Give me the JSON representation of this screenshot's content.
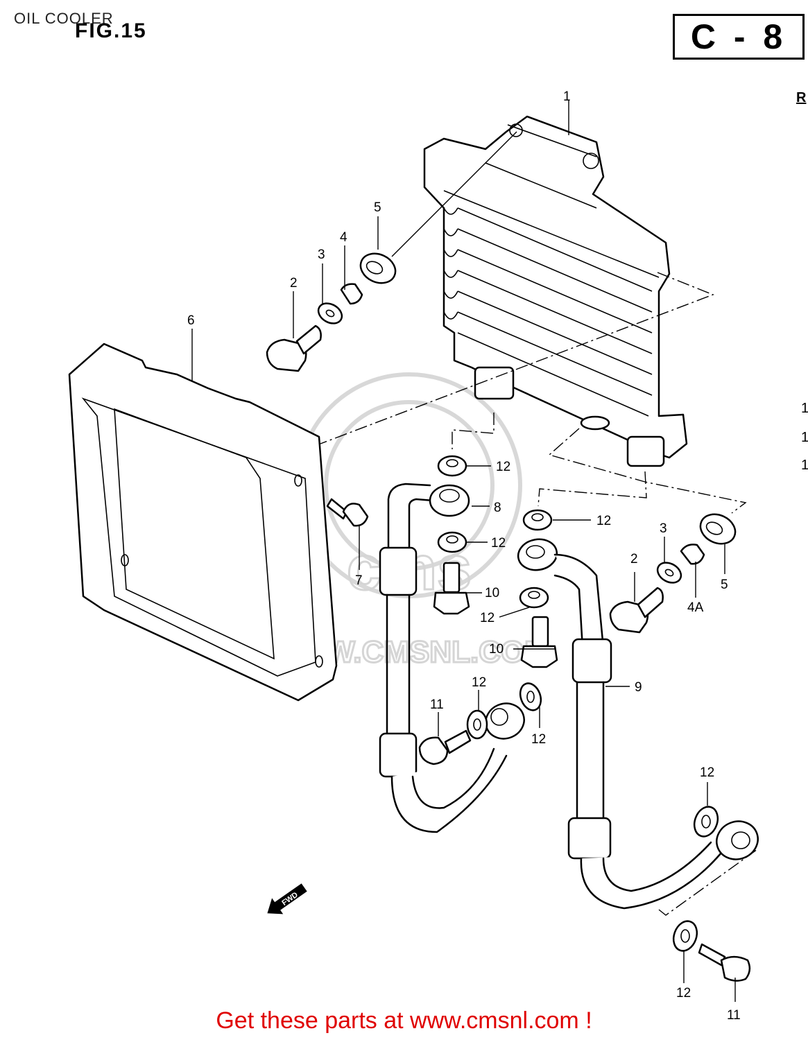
{
  "header": {
    "section_title": "OIL COOLER",
    "figure_label": "FIG.15",
    "page_code": "C - 8",
    "edge_fragment": "R",
    "edge_numbers": [
      "1",
      "1",
      "1"
    ]
  },
  "watermark": {
    "text": "WWW.CMSNL.COM",
    "brand": "cms"
  },
  "callouts": [
    {
      "id": "c1",
      "label": "1"
    },
    {
      "id": "c2a",
      "label": "2"
    },
    {
      "id": "c3a",
      "label": "3"
    },
    {
      "id": "c4",
      "label": "4"
    },
    {
      "id": "c5a",
      "label": "5"
    },
    {
      "id": "c6",
      "label": "6"
    },
    {
      "id": "c7",
      "label": "7"
    },
    {
      "id": "c8",
      "label": "8"
    },
    {
      "id": "c9",
      "label": "9"
    },
    {
      "id": "c10a",
      "label": "10"
    },
    {
      "id": "c10b",
      "label": "10"
    },
    {
      "id": "c11a",
      "label": "11"
    },
    {
      "id": "c11b",
      "label": "11"
    },
    {
      "id": "c12a",
      "label": "12"
    },
    {
      "id": "c12b",
      "label": "12"
    },
    {
      "id": "c12c",
      "label": "12"
    },
    {
      "id": "c12d",
      "label": "12"
    },
    {
      "id": "c12e",
      "label": "12"
    },
    {
      "id": "c12f",
      "label": "12"
    },
    {
      "id": "c12g",
      "label": "12"
    },
    {
      "id": "c12h",
      "label": "12"
    },
    {
      "id": "c2b",
      "label": "2"
    },
    {
      "id": "c3b",
      "label": "3"
    },
    {
      "id": "c4a",
      "label": "4A"
    },
    {
      "id": "c5b",
      "label": "5"
    }
  ],
  "fwd_arrow": {
    "label": "FWD"
  },
  "footer": {
    "link_text": "Get these parts at www.cmsnl.com !",
    "link_color": "#e00000"
  }
}
